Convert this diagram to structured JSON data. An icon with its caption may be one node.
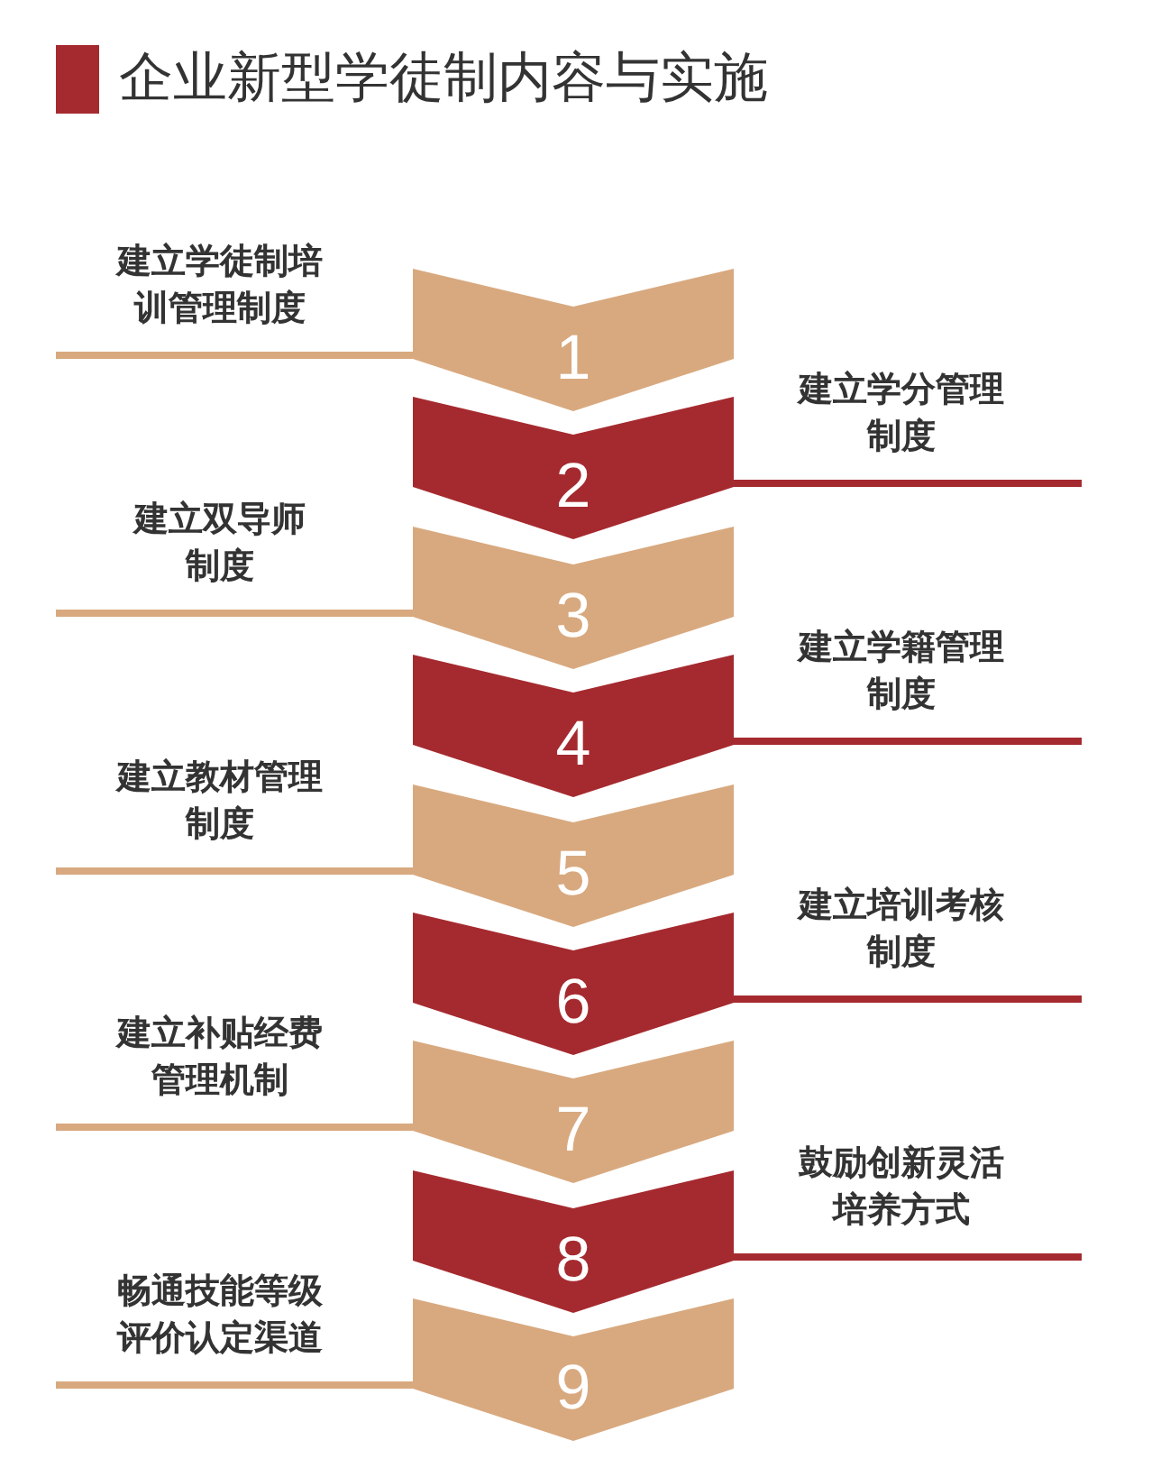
{
  "diagram": {
    "title": "企业新型学徒制内容与实施",
    "nodes": [
      {
        "text": [
          "建立学徒制培训管理制度"
        ]
      },
      {
        "text": [
          "1"
        ]
      },
      {
        "text": [
          "建立学分管理制度"
        ]
      },
      {
        "text": [
          "2"
        ]
      },
      {
        "text": [
          "建立双导师制度"
        ]
      },
      {
        "text": [
          "3"
        ]
      },
      {
        "text": [
          "建立学籍管理制度"
        ]
      },
      {
        "text": [
          "4"
        ]
      },
      {
        "text": [
          "建立教材管理制度"
        ]
      },
      {
        "text": [
          "5"
        ]
      },
      {
        "text": [
          "建立培训考核制度"
        ]
      },
      {
        "text": [
          "6"
        ]
      },
      {
        "text": [
          "建立补贴经费管理机制"
        ]
      },
      {
        "text": [
          "7"
        ]
      },
      {
        "text": [
          "鼓励创新灵活培养方式"
        ]
      },
      {
        "text": [
          "8"
        ]
      },
      {
        "text": [
          "畅通技能等级评价认定渠道"
        ]
      },
      {
        "text": [
          "9"
        ]
      }
    ],
    "edges": [
      {
        "from": 0,
        "to": 1,
        "arrow": "none"
      },
      {
        "from": 3,
        "to": 2,
        "arrow": "none",
        "color": "#a52a2f"
      },
      {
        "from": 4,
        "to": 5,
        "arrow": "none"
      },
      {
        "from": 7,
        "to": 6,
        "arrow": "none",
        "color": "#a52a2f"
      },
      {
        "from": 8,
        "to": 9,
        "arrow": "none"
      },
      {
        "from": 11,
        "to": 10,
        "arrow": "none",
        "color": "#a52a2f"
      },
      {
        "from": 12,
        "to": 13,
        "arrow": "none"
      },
      {
        "from": 15,
        "to": 14,
        "arrow": "none",
        "color": "#a52a2f"
      },
      {
        "from": 16,
        "to": 17,
        "arrow": "none"
      }
    ]
  }
}
